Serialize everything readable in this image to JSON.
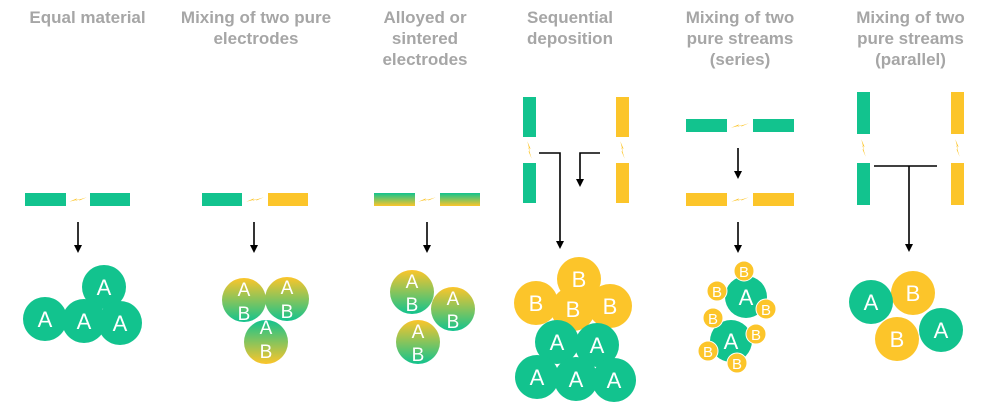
{
  "columns": [
    {
      "title": "Equal material"
    },
    {
      "title": "Mixing of two pure electrodes"
    },
    {
      "title": "Alloyed or sintered electrodes"
    },
    {
      "title": "Sequential deposition"
    },
    {
      "title": "Mixing of two pure streams (series)"
    },
    {
      "title": "Mixing of two pure streams (parallel)"
    }
  ],
  "labels": {
    "a": "A",
    "b": "B"
  },
  "colors": {
    "teal": "#12c38e",
    "yellow": "#fcc52a",
    "title_gray": "#a6a6a6",
    "arrow": "#000000"
  }
}
